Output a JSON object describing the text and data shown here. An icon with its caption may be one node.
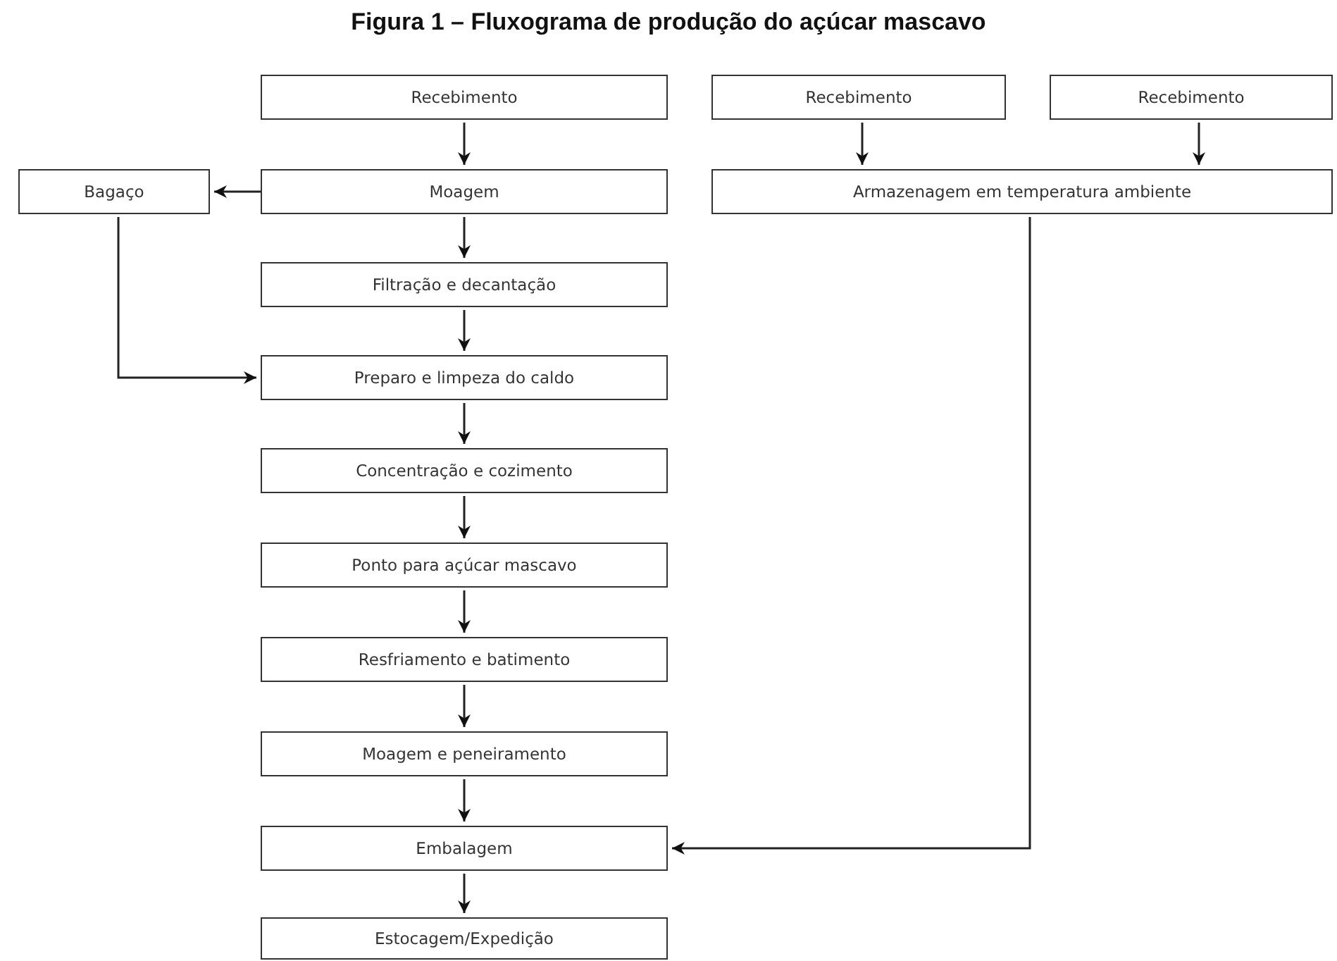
{
  "diagram": {
    "title": "Figura 1 – Fluxograma de produção do açúcar mascavo",
    "nodes": [
      {
        "text": [
          "Recebimento"
        ]
      },
      {
        "text": [
          "Recebimento"
        ]
      },
      {
        "text": [
          "Recebimento"
        ]
      },
      {
        "text": [
          "Bagaço"
        ]
      },
      {
        "text": [
          "Moagem"
        ]
      },
      {
        "text": [
          "Armazenagem em temperatura ambiente"
        ]
      },
      {
        "text": [
          "Filtração e decantação"
        ]
      },
      {
        "text": [
          "Preparo e limpeza do caldo"
        ]
      },
      {
        "text": [
          "Concentração e cozimento"
        ]
      },
      {
        "text": [
          "Ponto para açúcar mascavo"
        ]
      },
      {
        "text": [
          "Resfriamento e batimento"
        ]
      },
      {
        "text": [
          "Moagem e peneiramento"
        ]
      },
      {
        "text": [
          "Embalagem"
        ]
      },
      {
        "text": [
          "Estocagem/Expedição"
        ]
      }
    ],
    "edges": [
      {
        "from": 0,
        "to": 4,
        "arrow": "to"
      },
      {
        "from": 4,
        "to": 3,
        "arrow": "to"
      },
      {
        "from": 1,
        "to": 5,
        "arrow": "to"
      },
      {
        "from": 2,
        "to": 5,
        "arrow": "to"
      },
      {
        "from": 4,
        "to": 6,
        "arrow": "to"
      },
      {
        "from": 3,
        "to": 7,
        "arrow": "to"
      },
      {
        "from": 6,
        "to": 7,
        "arrow": "to"
      },
      {
        "from": 7,
        "to": 8,
        "arrow": "to"
      },
      {
        "from": 8,
        "to": 9,
        "arrow": "to"
      },
      {
        "from": 9,
        "to": 10,
        "arrow": "to"
      },
      {
        "from": 10,
        "to": 11,
        "arrow": "to"
      },
      {
        "from": 11,
        "to": 12,
        "arrow": "to"
      },
      {
        "from": 5,
        "to": 12,
        "arrow": "to"
      },
      {
        "from": 12,
        "to": 13,
        "arrow": "to"
      }
    ]
  }
}
